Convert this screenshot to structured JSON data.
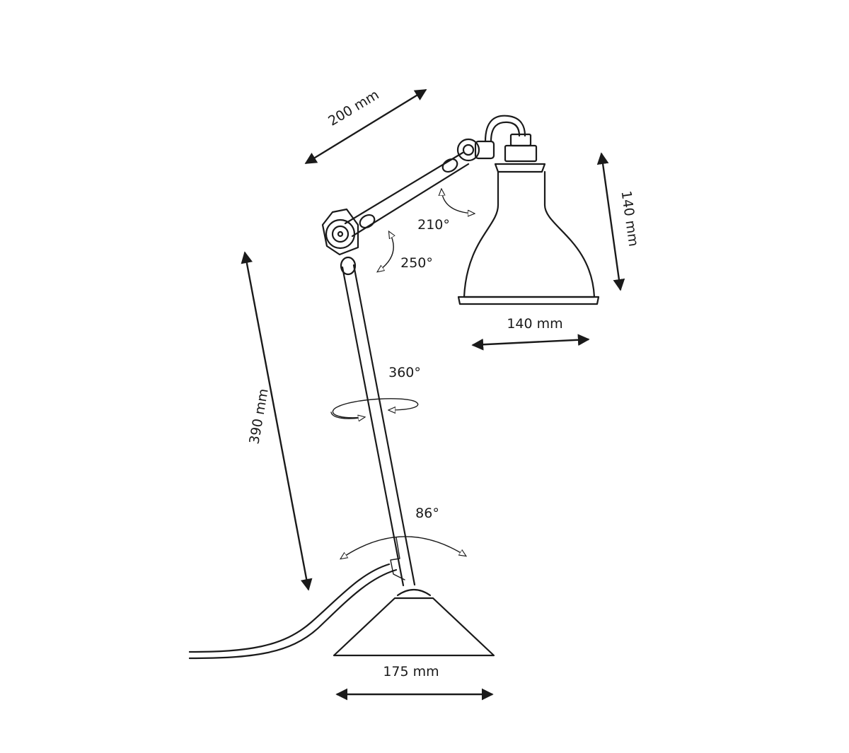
{
  "dimensions": {
    "arm_length": "200 mm",
    "shade_height": "140 mm",
    "shade_width": "140 mm",
    "stem_height": "390 mm",
    "base_width": "175 mm"
  },
  "rotations": {
    "shade_joint": "210°",
    "elbow_joint": "250°",
    "stem_swivel": "360°",
    "base_tilt": "86°"
  }
}
